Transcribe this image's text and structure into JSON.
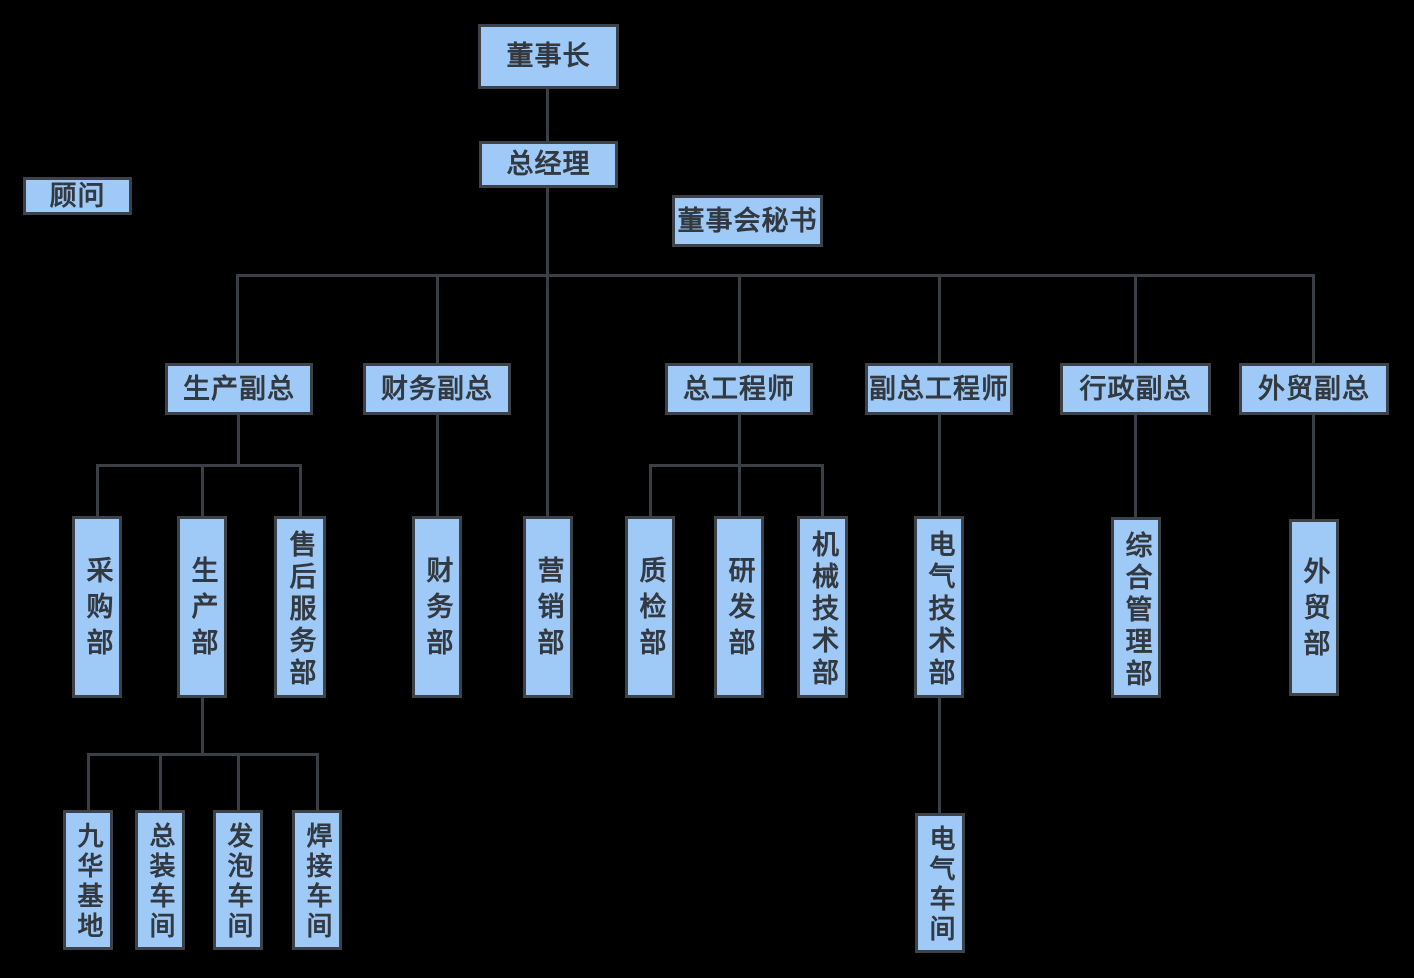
{
  "diagram": {
    "type": "org-chart",
    "background_color": "#000000",
    "node_fill_color": "#9fcaf8",
    "node_border_color": "#3d4249",
    "connector_color": "#3a3f45",
    "text_color": "#333940",
    "nodes": {
      "chairman": "董事长",
      "general_manager": "总经理",
      "advisor": "顾问",
      "board_secretary": "董事会秘书",
      "production_vp": "生产副总",
      "finance_vp": "财务副总",
      "chief_engineer": "总工程师",
      "deputy_chief_engineer": "副总工程师",
      "admin_vp": "行政副总",
      "foreign_trade_vp": "外贸副总",
      "purchasing_dept": "采购部",
      "production_dept": "生产部",
      "after_sales_dept": "售后服务部",
      "finance_dept": "财务部",
      "marketing_dept": "营销部",
      "qc_dept": "质检部",
      "rd_dept": "研发部",
      "mechanical_tech_dept": "机械技术部",
      "electrical_tech_dept": "电气技术部",
      "general_mgmt_dept": "综合管理部",
      "foreign_trade_dept": "外贸部",
      "jiuhua_base": "九华基地",
      "assembly_workshop": "总装车间",
      "foaming_workshop": "发泡车间",
      "welding_workshop": "焊接车间",
      "electrical_workshop": "电气车间"
    },
    "hierarchy": {
      "chairman": [
        "general_manager"
      ],
      "general_manager": [
        "production_vp",
        "finance_vp",
        "marketing_dept",
        "chief_engineer",
        "deputy_chief_engineer",
        "admin_vp",
        "foreign_trade_vp"
      ],
      "production_vp": [
        "purchasing_dept",
        "production_dept",
        "after_sales_dept"
      ],
      "finance_vp": [
        "finance_dept"
      ],
      "chief_engineer": [
        "qc_dept",
        "rd_dept",
        "mechanical_tech_dept"
      ],
      "deputy_chief_engineer": [
        "electrical_tech_dept"
      ],
      "admin_vp": [
        "general_mgmt_dept"
      ],
      "foreign_trade_vp": [
        "foreign_trade_dept"
      ],
      "production_dept": [
        "jiuhua_base",
        "assembly_workshop",
        "foaming_workshop",
        "welding_workshop"
      ],
      "electrical_tech_dept": [
        "electrical_workshop"
      ],
      "floating": [
        "advisor",
        "board_secretary"
      ]
    }
  }
}
